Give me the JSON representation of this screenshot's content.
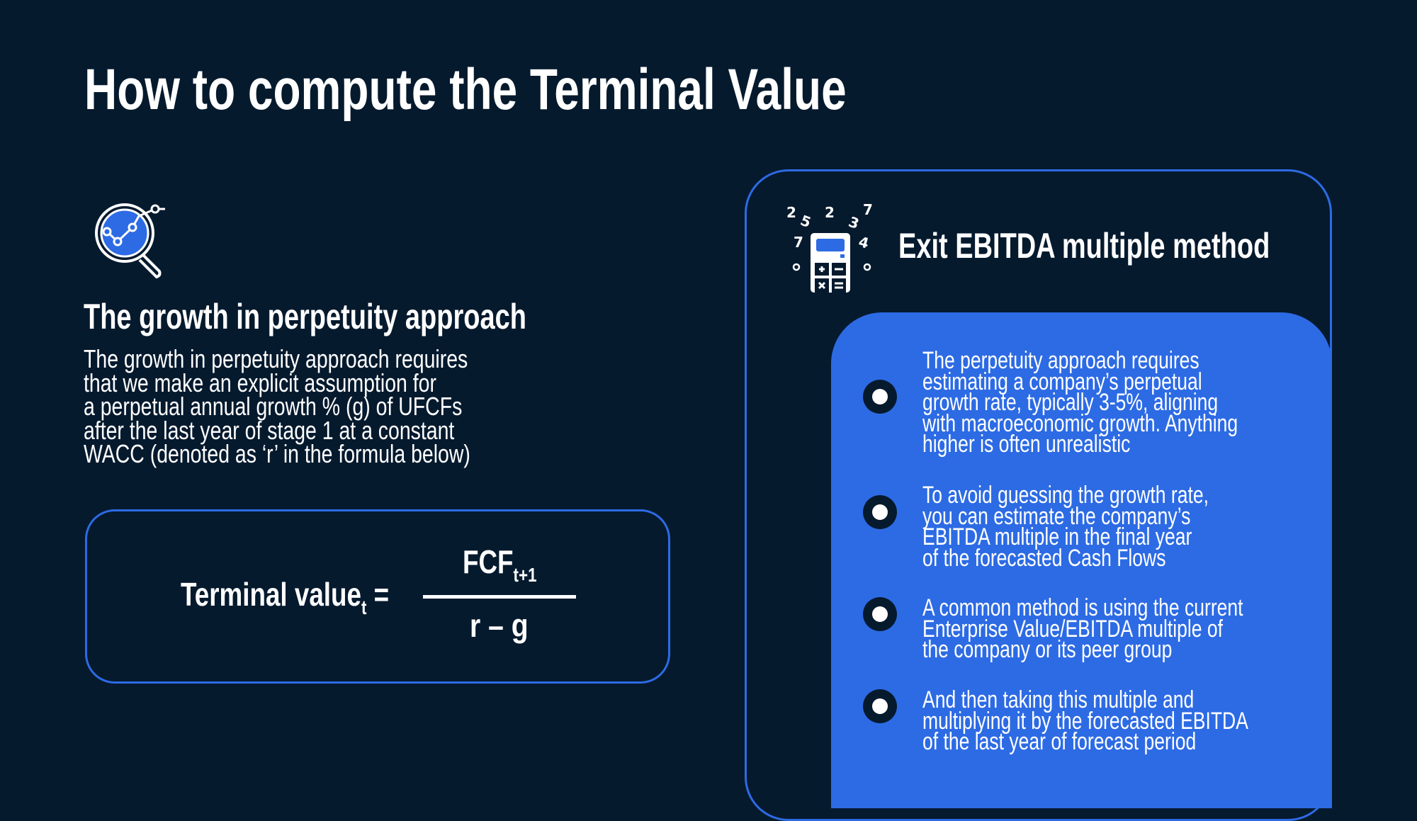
{
  "title": "How to compute the Terminal Value",
  "left": {
    "icon": "magnifier-chart-icon",
    "heading": "The growth in perpetuity approach",
    "paragraph_lines": [
      "The growth in perpetuity approach requires",
      "that we make an explicit assumption for",
      "a perpetual annual growth % (g) of UFCFs",
      "after the last year of stage 1 at a constant",
      "WACC (denoted as ‘r’ in the formula below)"
    ],
    "formula": {
      "lhs": "Terminal value",
      "lhs_sub": "t",
      "equals": "=",
      "numerator": "FCF",
      "numerator_sub": "t+1",
      "denominator": "r – g"
    }
  },
  "right": {
    "icon": "calculator-icon",
    "heading": "Exit EBITDA multiple method",
    "bullets": [
      {
        "lines": [
          "The perpetuity approach requires",
          "estimating a company’s perpetual",
          "growth rate, typically 3-5%, aligning",
          "with macroeconomic growth. Anything",
          "higher is often unrealistic"
        ]
      },
      {
        "lines": [
          "To avoid guessing the growth rate,",
          "you can estimate the company’s",
          "EBITDA multiple in the final year",
          "of the forecasted Cash Flows"
        ]
      },
      {
        "lines": [
          "A common method is using the current",
          "Enterprise Value/EBITDA multiple of",
          "the company or its peer group"
        ]
      },
      {
        "lines": [
          "And then taking this multiple and",
          "multiplying it by the forecasted EBITDA",
          "of the last year of forecast period"
        ]
      }
    ]
  },
  "colors": {
    "background": "#061a2e",
    "accent": "#2d6be4",
    "text": "#ffffff"
  }
}
